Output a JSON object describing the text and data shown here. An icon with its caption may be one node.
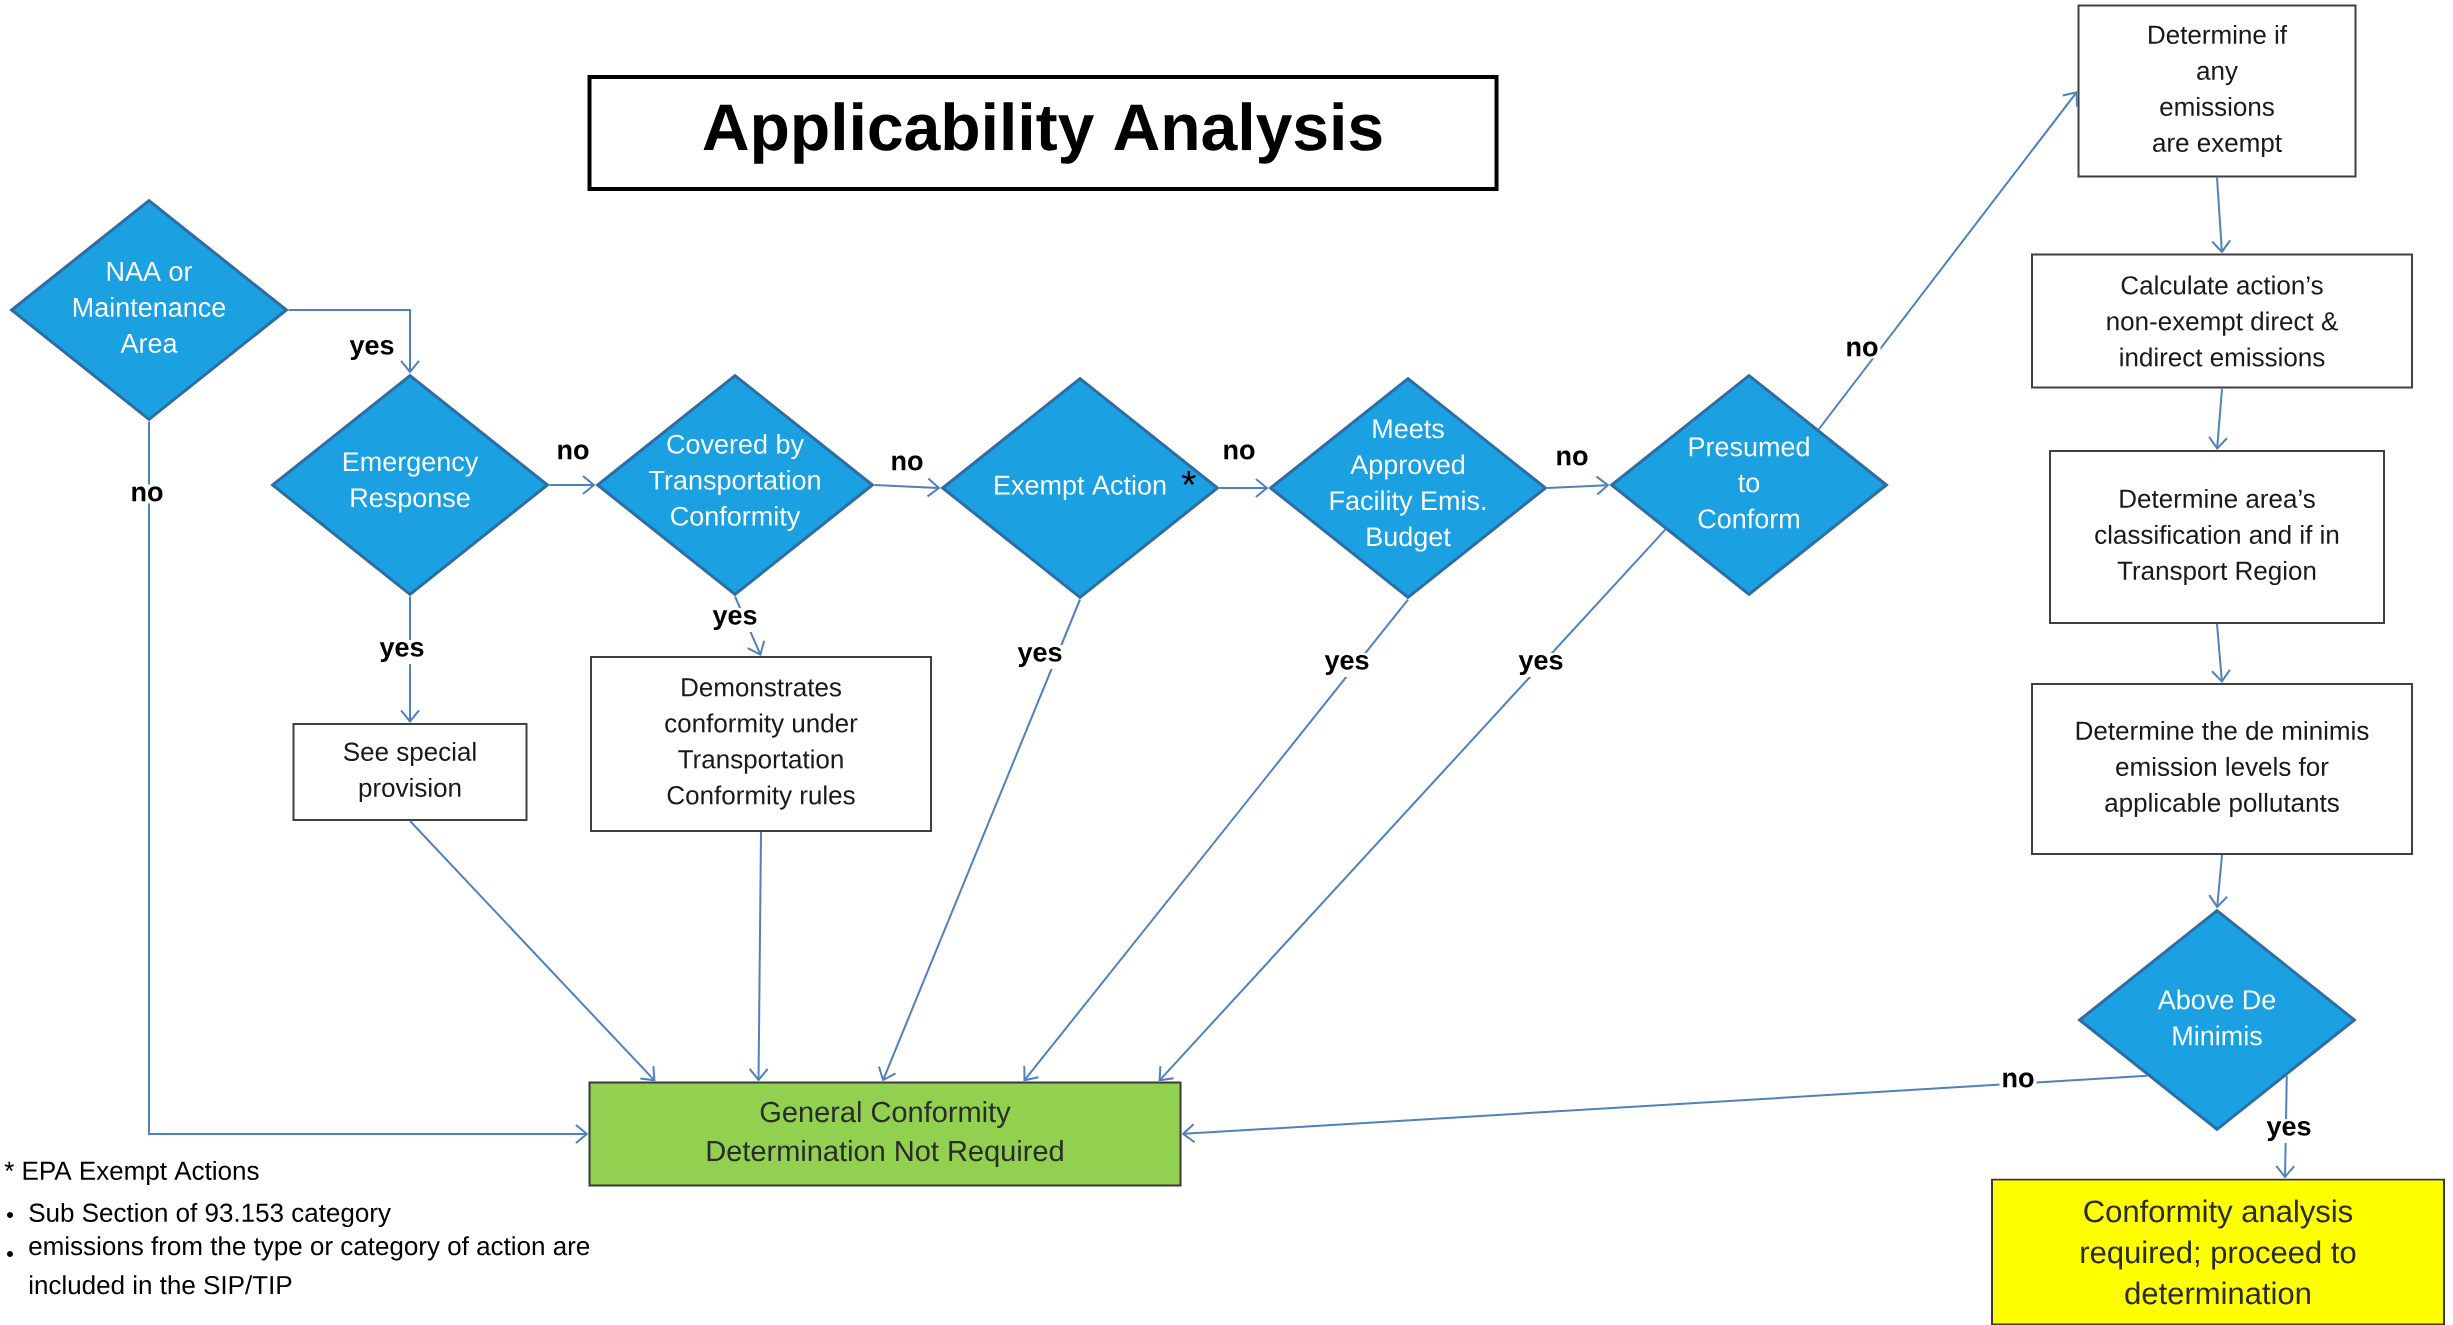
{
  "diagram": {
    "title": "Applicability Analysis",
    "nodes": [
      {
        "text": [
          "NAA or Maintenance Area"
        ]
      },
      {
        "text": [
          "Emergency Response"
        ]
      },
      {
        "text": [
          "Covered by Transportation Conformity"
        ]
      },
      {
        "text": [
          "Exempt Action",
          "*"
        ]
      },
      {
        "text": [
          "Meets Approved Facility Emis. Budget"
        ]
      },
      {
        "text": [
          "Presumed to Conform"
        ]
      },
      {
        "text": [
          "See special provision"
        ]
      },
      {
        "text": [
          "Demonstrates conformity under Transportation Conformity rules"
        ]
      },
      {
        "text": [
          "General Conformity Determination Not Required"
        ]
      },
      {
        "text": [
          "Determine if any emissions are exempt"
        ]
      },
      {
        "text": [
          "Calculate action’s non-exempt direct & indirect emissions"
        ]
      },
      {
        "text": [
          "Determine area’s classification and if in Transport Region"
        ]
      },
      {
        "text": [
          "Determine the de minimis emission levels for applicable pollutants"
        ]
      },
      {
        "text": [
          "Above De Minimis"
        ]
      },
      {
        "text": [
          "Conformity analysis required; proceed to determination"
        ]
      }
    ],
    "edges": [
      {
        "from": 0,
        "to": 1,
        "arrow": "to",
        "label": "yes"
      },
      {
        "from": 0,
        "to": 8,
        "arrow": "to",
        "label": "no"
      },
      {
        "from": 1,
        "to": 2,
        "arrow": "to",
        "label": "no"
      },
      {
        "from": 1,
        "to": 6,
        "arrow": "to",
        "label": "yes"
      },
      {
        "from": 2,
        "to": 3,
        "arrow": "to",
        "label": "no"
      },
      {
        "from": 2,
        "to": 7,
        "arrow": "to",
        "label": "yes"
      },
      {
        "from": 3,
        "to": 4,
        "arrow": "to",
        "label": "no"
      },
      {
        "from": 4,
        "to": 5,
        "arrow": "to",
        "label": "no"
      },
      {
        "from": 5,
        "to": 9,
        "arrow": "to",
        "label": "no"
      },
      {
        "from": 3,
        "to": 8,
        "arrow": "to",
        "label": "yes"
      },
      {
        "from": 4,
        "to": 8,
        "arrow": "to",
        "label": "yes"
      },
      {
        "from": 5,
        "to": 8,
        "arrow": "to",
        "label": "yes"
      },
      {
        "from": 6,
        "to": 8,
        "arrow": "to"
      },
      {
        "from": 7,
        "to": 8,
        "arrow": "to"
      },
      {
        "from": 9,
        "to": 10,
        "arrow": "to"
      },
      {
        "from": 10,
        "to": 11,
        "arrow": "to"
      },
      {
        "from": 11,
        "to": 12,
        "arrow": "to"
      },
      {
        "from": 12,
        "to": 13,
        "arrow": "to"
      },
      {
        "from": 13,
        "to": 8,
        "arrow": "to",
        "label": "no"
      },
      {
        "from": 13,
        "to": 14,
        "arrow": "to",
        "label": "yes"
      }
    ],
    "labels": [
      "* EPA Exempt Actions",
      "Sub Section of 93.153 category",
      "emissions from the type or category of action are included in the SIP/TIP"
    ]
  }
}
